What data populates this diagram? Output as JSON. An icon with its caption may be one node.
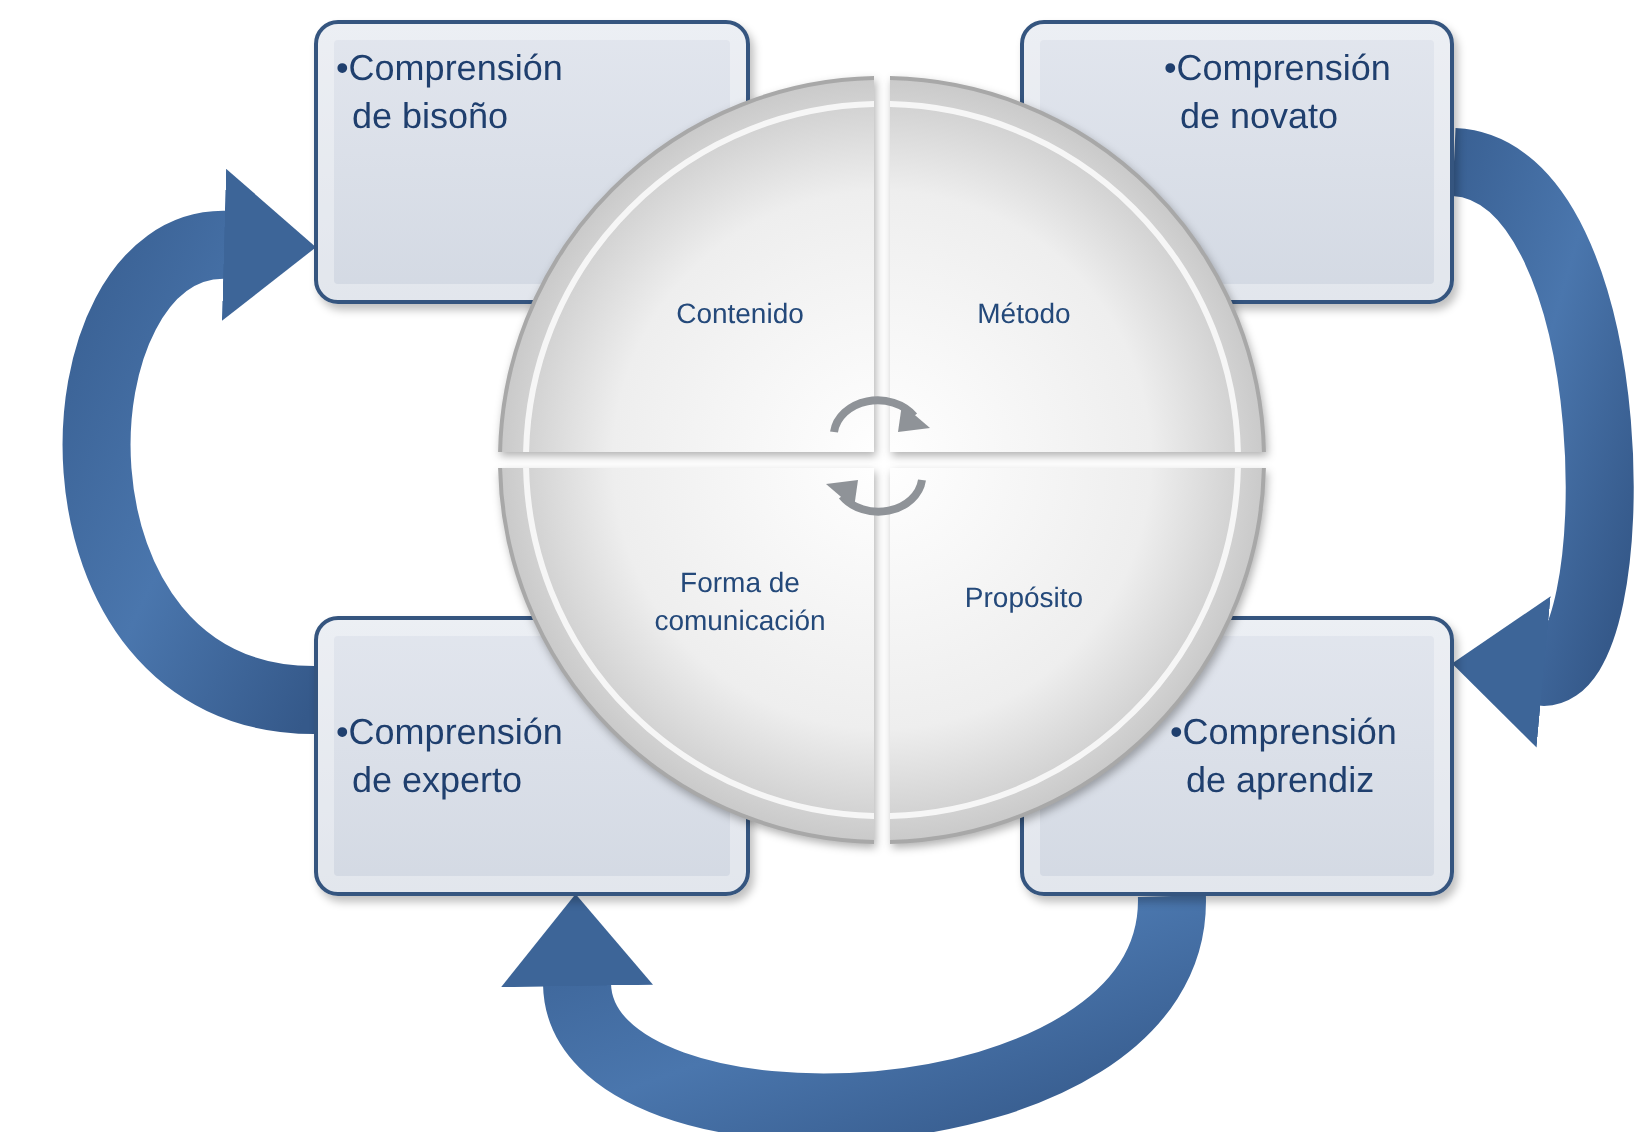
{
  "diagram": {
    "nodes": [
      {
        "text": [
          "•Comprensión de bisoño"
        ]
      },
      {
        "text": [
          "•Comprensión de novato"
        ]
      },
      {
        "text": [
          "•Comprensión de experto"
        ]
      },
      {
        "text": [
          "•Comprensión de aprendiz"
        ]
      },
      {
        "text": [
          "Contenido"
        ]
      },
      {
        "text": [
          "Método"
        ]
      },
      {
        "text": [
          "Forma de comunicación"
        ]
      },
      {
        "text": [
          "Propósito"
        ]
      }
    ],
    "edges": [
      {
        "from": 1,
        "to": 3,
        "arrow": "to"
      },
      {
        "from": 3,
        "to": 2,
        "arrow": "to"
      },
      {
        "from": 2,
        "to": 0,
        "arrow": "to"
      }
    ]
  }
}
